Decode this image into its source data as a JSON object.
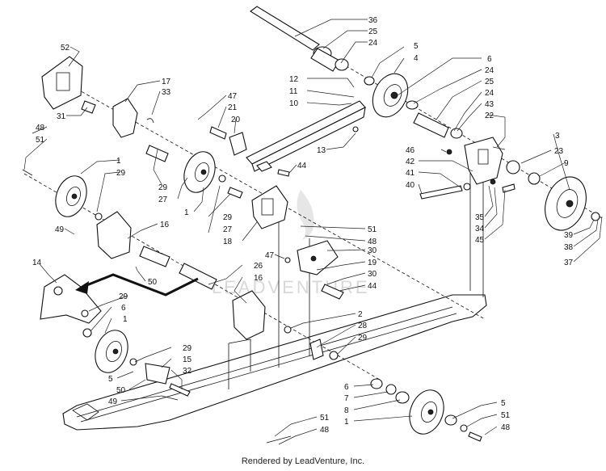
{
  "credit": "Rendered by LeadVenture, Inc.",
  "watermark": "LEADVENTURE",
  "part_numbers": [
    "36",
    "25",
    "24",
    "5",
    "4",
    "6",
    "24",
    "25",
    "24",
    "43",
    "22",
    "12",
    "11",
    "10",
    "13",
    "44",
    "52",
    "17",
    "33",
    "31",
    "47",
    "21",
    "20",
    "48",
    "51",
    "1",
    "29",
    "29",
    "27",
    "3",
    "46",
    "23",
    "42",
    "9",
    "41",
    "40",
    "35",
    "34",
    "45",
    "39",
    "38",
    "37",
    "1",
    "29",
    "27",
    "18",
    "51",
    "48",
    "49",
    "16",
    "14",
    "50",
    "47",
    "30",
    "19",
    "30",
    "44",
    "26",
    "16",
    "29",
    "6",
    "1",
    "2",
    "28",
    "29",
    "29",
    "15",
    "5",
    "32",
    "50",
    "49",
    "6",
    "7",
    "8",
    "1",
    "5",
    "51",
    "48",
    "51",
    "48"
  ],
  "colors": {
    "ink": "#111111",
    "watermark": "#d8d8d8"
  }
}
